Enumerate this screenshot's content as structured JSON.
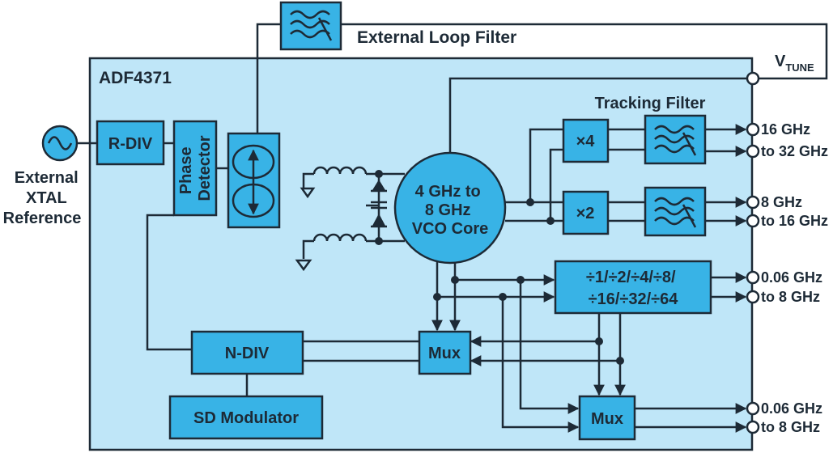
{
  "chip": {
    "name": "ADF4371"
  },
  "external": {
    "loop_filter": "External Loop Filter",
    "vtune_main": "V",
    "vtune_sub": "TUNE",
    "xtal": [
      "External",
      "XTAL",
      "Reference"
    ]
  },
  "blocks": {
    "rdiv": "R-DIV",
    "phase_detector": [
      "Phase",
      "Detector"
    ],
    "vco": [
      "4 GHz to",
      "8 GHz",
      "VCO Core"
    ],
    "x4": "×4",
    "x2": "×2",
    "tracking_filter": "Tracking Filter",
    "divider": [
      "÷1/÷2/÷4/÷8/",
      "÷16/÷32/÷64"
    ],
    "mux_a": "Mux",
    "mux_b": "Mux",
    "ndiv": "N-DIV",
    "sd_modulator": "SD Modulator"
  },
  "outputs": {
    "out1": [
      "16 GHz",
      "to 32 GHz"
    ],
    "out2": [
      "8 GHz",
      "to 16 GHz"
    ],
    "out3": [
      "0.06 GHz",
      "to 8 GHz"
    ],
    "out4": [
      "0.06 GHz",
      "to 8 GHz"
    ]
  },
  "colors": {
    "chip_bg": "#bfe6f8",
    "block_fill": "#38b3e6",
    "line": "#1d2a36"
  }
}
